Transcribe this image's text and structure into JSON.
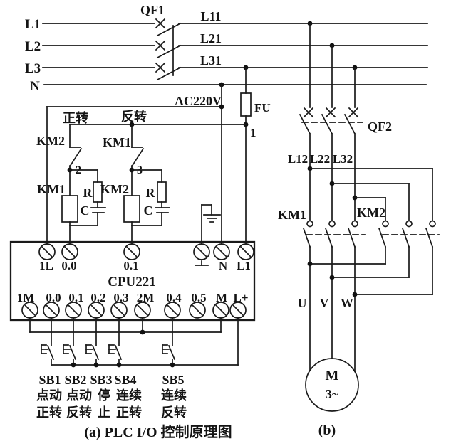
{
  "power": {
    "l1": "L1",
    "l2": "L2",
    "l3": "L3",
    "n": "N",
    "qf1": "QF1",
    "l11": "L11",
    "l21": "L21",
    "l31": "L31",
    "ac": "AC220V",
    "fu": "FU",
    "node1": "1"
  },
  "control": {
    "forward": "正转",
    "reverse": "反转",
    "km2_nc": "KM2",
    "km1_nc": "KM1",
    "node2": "2",
    "node3": "3",
    "km1_coil": "KM1",
    "km2_coil": "KM2",
    "r1": "R",
    "c1": "C",
    "r2": "R",
    "c2": "C"
  },
  "plc": {
    "cpu": "CPU221",
    "top": [
      "1L",
      "0.0",
      "0.1",
      "N",
      "L1"
    ],
    "bottom": [
      "1M",
      "0.0",
      "0.1",
      "0.2",
      "0.3",
      "2M",
      "0.4",
      "0.5",
      "M",
      "L+"
    ]
  },
  "buttons": [
    {
      "id": "SB1",
      "fn1": "点动",
      "fn2": "正转"
    },
    {
      "id": "SB2",
      "fn1": "点动",
      "fn2": "反转"
    },
    {
      "id": "SB3",
      "fn1": "停",
      "fn2": "止"
    },
    {
      "id": "SB4",
      "fn1": "连续",
      "fn2": "正转"
    },
    {
      "id": "SB5",
      "fn1": "连续",
      "fn2": "反转"
    }
  ],
  "motor_circuit": {
    "qf2": "QF2",
    "l12": "L12",
    "l22": "L22",
    "l32": "L32",
    "km1": "KM1",
    "km2": "KM2",
    "u": "U",
    "v": "V",
    "w": "W",
    "motor_m": "M",
    "motor_phase": "3~"
  },
  "captions": {
    "a": "(a) PLC I/O 控制原理图",
    "b": "(b)"
  },
  "colors": {
    "ink": "#1a1a1a",
    "paper": "#ffffff"
  }
}
